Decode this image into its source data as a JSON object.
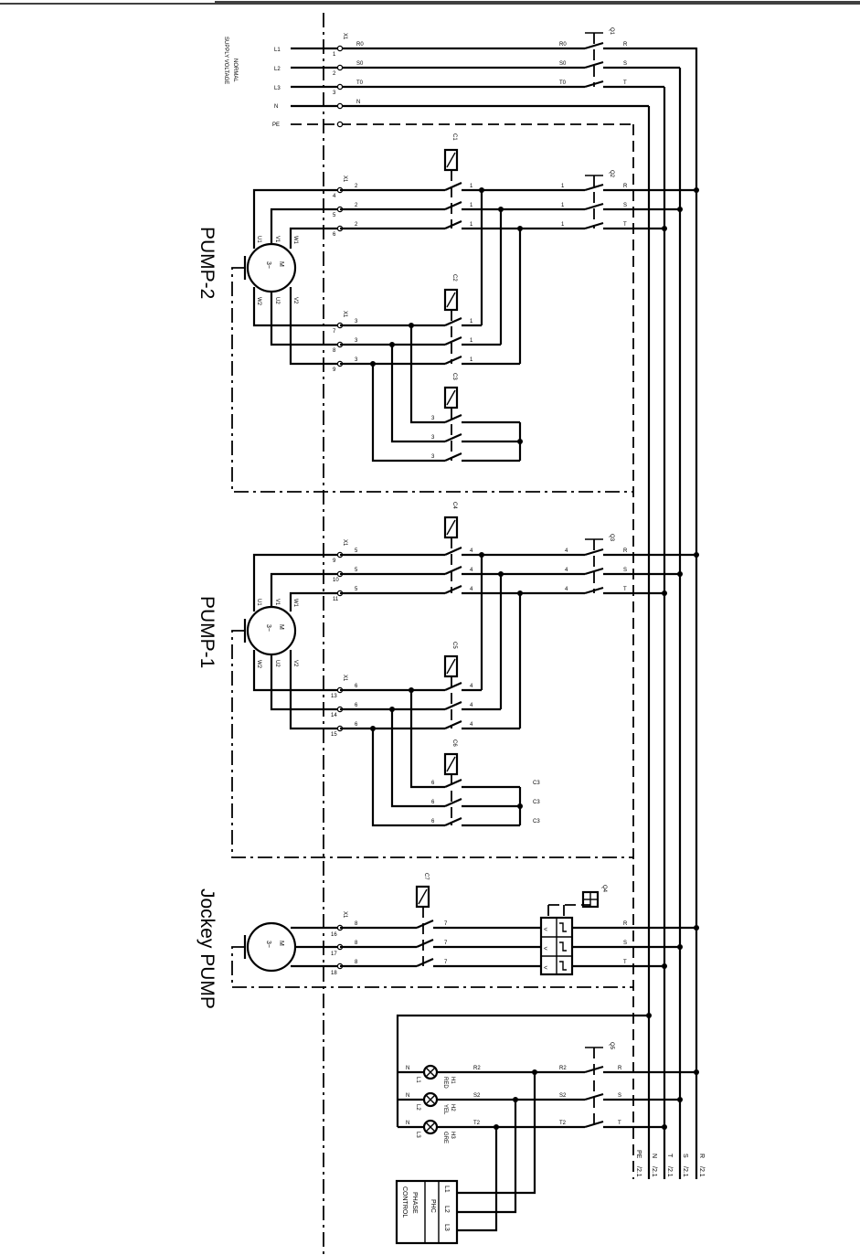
{
  "supply": {
    "label_line1": "NORMAL",
    "label_line2": "SUPPLY VOLTAGE",
    "phases": [
      "L1",
      "L2",
      "L3",
      "N",
      "PE"
    ],
    "strip": "X1",
    "terminal_numbers": [
      "1",
      "2",
      "3"
    ],
    "wire_labels": [
      "R0",
      "S0",
      "T0",
      "N"
    ],
    "breaker": "Q1",
    "breaker_in": [
      "R0",
      "S0",
      "T0"
    ],
    "breaker_out": [
      "R",
      "S",
      "T"
    ]
  },
  "pump2": {
    "title": "PUMP-2",
    "motor_symbol": "M",
    "motor_ac": "3~",
    "top_terminals": [
      "U1",
      "V1",
      "W1"
    ],
    "bottom_terminals": [
      "W2",
      "U2",
      "V2"
    ],
    "strip_top": "X1",
    "terms_top": [
      "4",
      "5",
      "6"
    ],
    "strip_bottom": "X1",
    "terms_bottom": [
      "7",
      "8",
      "9"
    ],
    "wires_top": [
      "2",
      "2",
      "2"
    ],
    "wires_bottom": [
      "3",
      "3",
      "3"
    ],
    "contactor_main": "C1",
    "contactor_delta": "C2",
    "contactor_star": "C3",
    "contact_out": [
      "1",
      "1",
      "1"
    ],
    "star_wires": [
      "3",
      "3",
      "3"
    ],
    "breaker": "Q2",
    "breaker_in": [
      "1",
      "1",
      "1"
    ],
    "breaker_out": [
      "R",
      "S",
      "T"
    ]
  },
  "pump1": {
    "title": "PUMP-1",
    "motor_symbol": "M",
    "motor_ac": "3~",
    "top_terminals": [
      "U1",
      "V1",
      "W1"
    ],
    "bottom_terminals": [
      "W2",
      "U2",
      "V2"
    ],
    "strip_top": "X1",
    "terms_top": [
      "9",
      "10",
      "11"
    ],
    "strip_bottom": "X1",
    "terms_bottom": [
      "13",
      "14",
      "15"
    ],
    "wires_top": [
      "5",
      "5",
      "5"
    ],
    "wires_bottom": [
      "6",
      "6",
      "6"
    ],
    "contactor_main": "C4",
    "contactor_delta": "C5",
    "contactor_star": "C6",
    "contact_out": [
      "4",
      "4",
      "4"
    ],
    "star_wires": [
      "6",
      "6",
      "6"
    ],
    "star_out": [
      "C3",
      "C3",
      "C3"
    ],
    "breaker": "Q3",
    "breaker_in": [
      "4",
      "4",
      "4"
    ],
    "breaker_out": [
      "R",
      "S",
      "T"
    ]
  },
  "jockey": {
    "title": "Jockey PUMP",
    "motor_symbol": "M",
    "motor_ac": "3~",
    "strip": "X1",
    "terms": [
      "16",
      "17",
      "18"
    ],
    "wires": [
      "8",
      "8",
      "8"
    ],
    "contactor": "C7",
    "contact_out": [
      "7",
      "7",
      "7"
    ],
    "overload": "Q4",
    "overload_out": [
      "R",
      "S",
      "T"
    ]
  },
  "indication": {
    "breaker": "Q5",
    "lamps": [
      {
        "tag": "H1",
        "color": "RED",
        "lamp": "L1",
        "wire": "R2"
      },
      {
        "tag": "H2",
        "color": "YEL",
        "lamp": "L2",
        "wire": "S2"
      },
      {
        "tag": "H3",
        "color": "GRE",
        "lamp": "L3",
        "wire": "T2"
      }
    ],
    "neutral_label": "N",
    "breaker_in": [
      "R2",
      "S2",
      "T2"
    ],
    "breaker_out": [
      "R",
      "S",
      "T"
    ],
    "phase_control": {
      "code": "PHC",
      "line1": "PHASE",
      "line2": "CONTROL",
      "inputs": [
        "L1",
        "L2",
        "L3"
      ]
    }
  },
  "busbar": {
    "labels": [
      "PE",
      "N",
      "T",
      "S",
      "R"
    ],
    "refs": [
      "/2.1",
      "/2.1",
      "/2.1",
      "/2.1",
      "/2.1"
    ]
  }
}
